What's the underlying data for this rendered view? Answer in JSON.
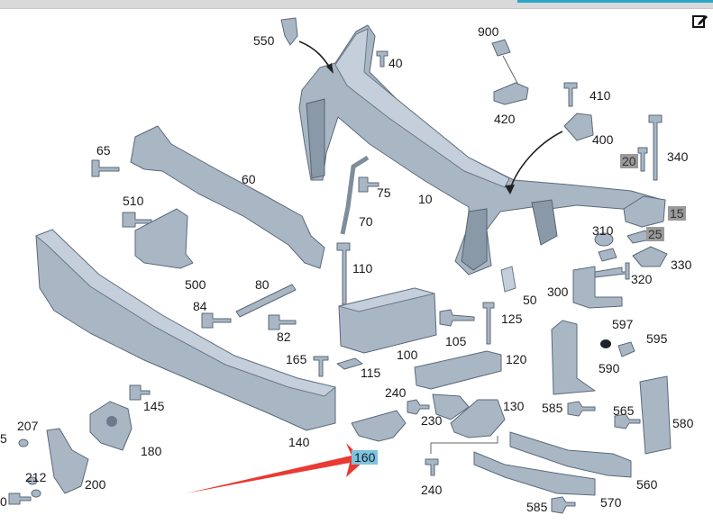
{
  "labels": {
    "550": "550",
    "40": "40",
    "900": "900",
    "410": "410",
    "420": "420",
    "400": "400",
    "340": "340",
    "20": "20",
    "65": "65",
    "60": "60",
    "75": "75",
    "10": "10",
    "15": "15",
    "510": "510",
    "70": "70",
    "310": "310",
    "25": "25",
    "330": "330",
    "110": "110",
    "320": "320",
    "500": "500",
    "80": "80",
    "50": "50",
    "300": "300",
    "84": "84",
    "125": "125",
    "597": "597",
    "82": "82",
    "105": "105",
    "595": "595",
    "100": "100",
    "165": "165",
    "120": "120",
    "590": "590",
    "115": "115",
    "240a": "240",
    "130": "130",
    "145": "145",
    "585a": "585",
    "565": "565",
    "230": "230",
    "580": "580",
    "207": "207",
    "5": "5",
    "180": "180",
    "140": "140",
    "160": "160",
    "212": "212",
    "200": "200",
    "560": "560",
    "0": "0",
    "240b": "240",
    "570": "570",
    "585b": "585"
  },
  "colors": {
    "part": "#a9b6c4",
    "selected_highlight": "#7ec3dc",
    "pointer_arrow": "#e8241c",
    "gray_badge": "#9a9a9a"
  },
  "icons": {
    "edit": "edit-icon"
  }
}
